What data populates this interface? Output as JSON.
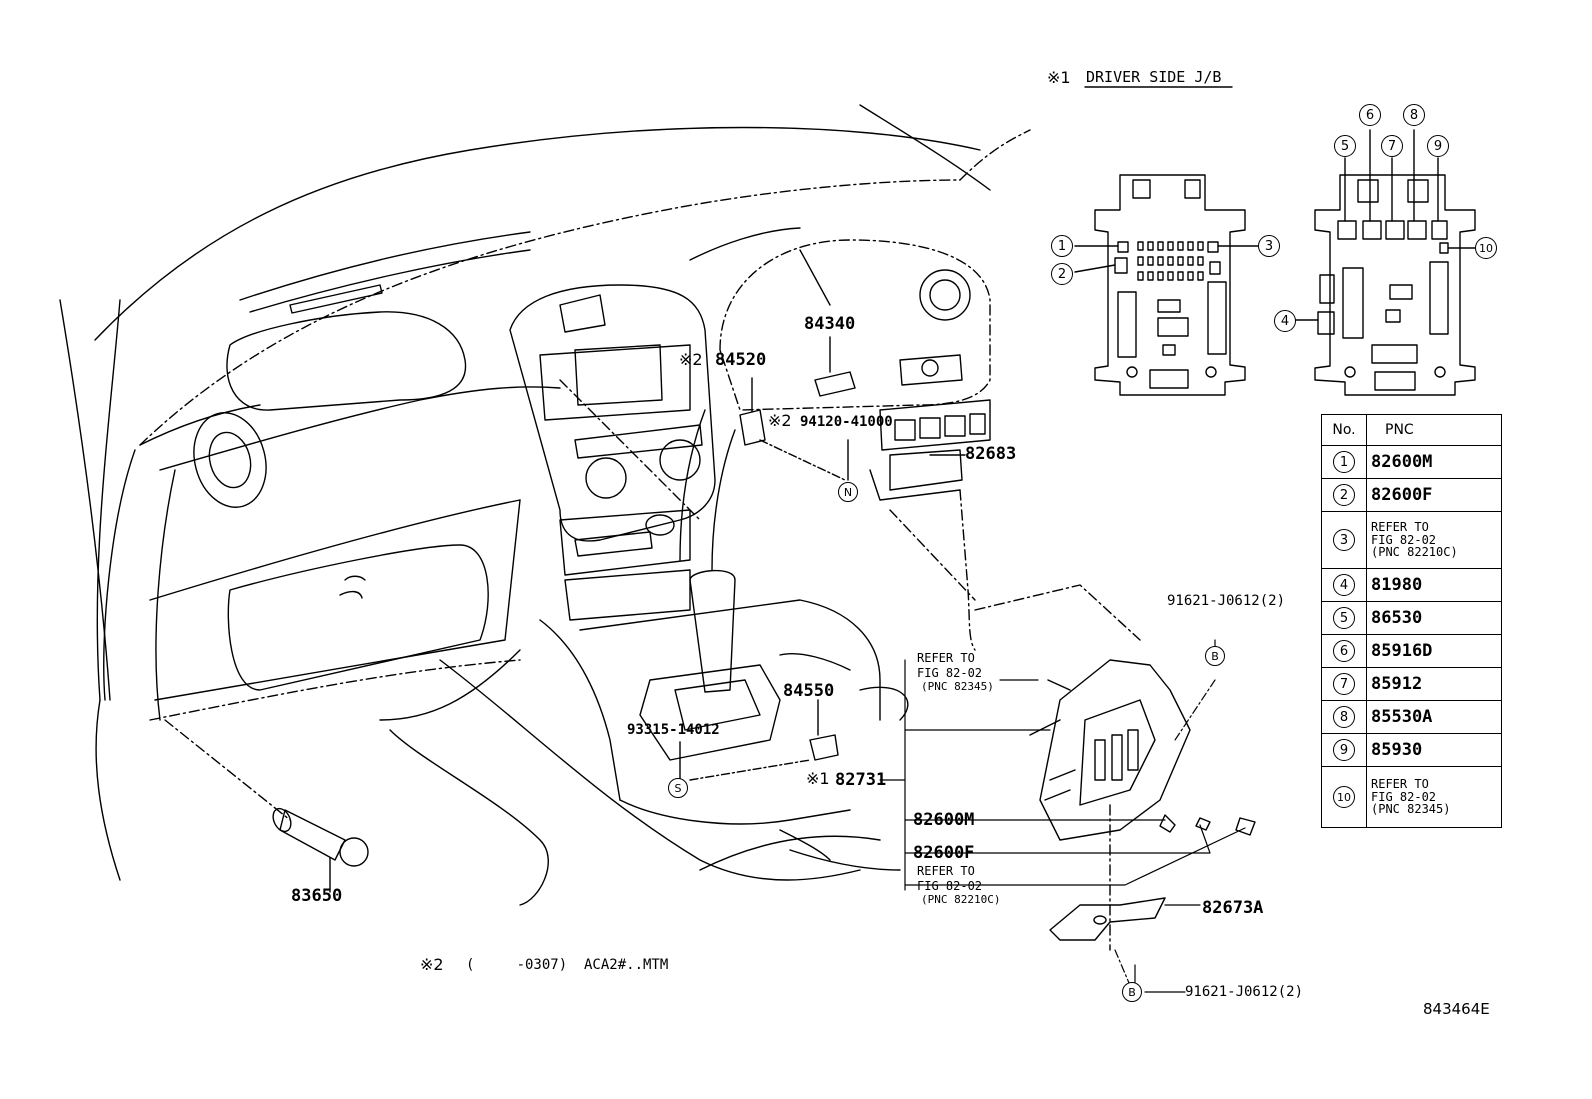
{
  "header": {
    "ref_mark": "※1",
    "title": "DRIVER SIDE J/B"
  },
  "table": {
    "col_no": "No.",
    "col_pnc": "PNC",
    "rows": [
      {
        "no": "1",
        "pnc": "82600M"
      },
      {
        "no": "2",
        "pnc": "82600F"
      },
      {
        "no": "3",
        "pnc": "REFER TO\nFIG 82-02\n(PNC 82210C)"
      },
      {
        "no": "4",
        "pnc": "81980"
      },
      {
        "no": "5",
        "pnc": "86530"
      },
      {
        "no": "6",
        "pnc": "85916D"
      },
      {
        "no": "7",
        "pnc": "85912"
      },
      {
        "no": "8",
        "pnc": "85530A"
      },
      {
        "no": "9",
        "pnc": "85930"
      },
      {
        "no": "10",
        "pnc": "REFER TO\nFIG 82-02\n(PNC 82345)"
      }
    ]
  },
  "jb_callouts": [
    "1",
    "2",
    "3",
    "4",
    "5",
    "6",
    "7",
    "8",
    "9",
    "10"
  ],
  "parts": {
    "p84340": "84340",
    "p84520_mark": "※2",
    "p84520": "84520",
    "p94120_mark": "※2",
    "p94120": "94120-41000",
    "p82683": "82683",
    "p91621_top": "91621-J0612(2)",
    "p84550": "84550",
    "p93315": "93315-14012",
    "p82731_mark": "※1",
    "p82731": "82731",
    "p82600m": "82600M",
    "p82600f": "82600F",
    "p82673a": "82673A",
    "p91621_bottom": "91621-J0612(2)",
    "p83650": "83650",
    "ref_82345_line1": "REFER TO",
    "ref_82345_line2": "FIG 82-02",
    "ref_82345_line3": "(PNC 82345)",
    "ref_82210c_line1": "REFER TO",
    "ref_82210c_line2": "FIG 82-02",
    "ref_82210c_line3": "(PNC 82210C)"
  },
  "markers": {
    "n": "N",
    "s": "S",
    "b_top": "B",
    "b_bottom": "B"
  },
  "footnote": {
    "mark": "※2",
    "text": "(     -0307)  ACA2#..MTM"
  },
  "figure_code": "843464E"
}
